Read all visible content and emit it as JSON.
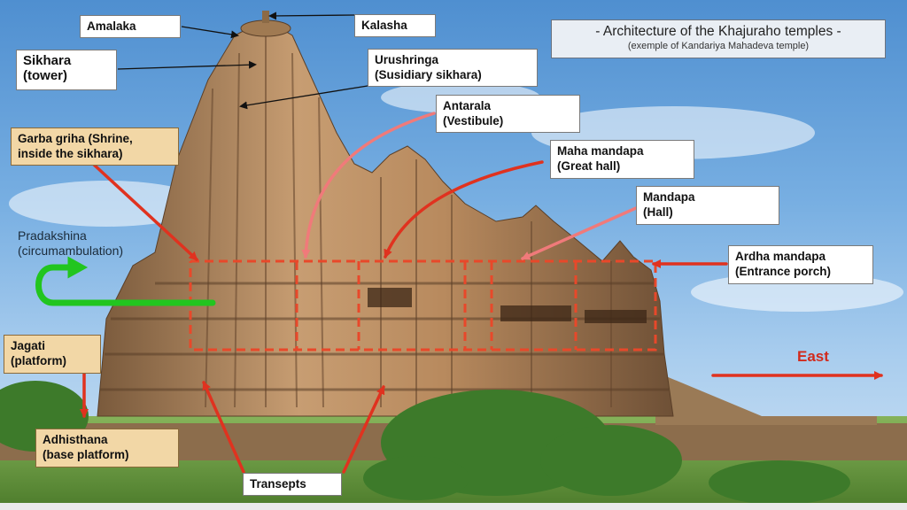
{
  "title": "- Architecture of the Khajuraho temples -",
  "subtitle": "(exemple of Kandariya Mahadeva temple)",
  "labels": {
    "amalaka": "Amalaka",
    "kalasha": "Kalasha",
    "sikhara": "Sikhara",
    "sikhara_sub": "(tower)",
    "urushringa": "Urushringa",
    "urushringa_sub": "(Susidiary sikhara)",
    "antarala": "Antarala",
    "antarala_sub": "(Vestibule)",
    "garba_griha": "Garba griha (Shrine,",
    "garba_griha_sub": "inside the sikhara)",
    "maha_mandapa": "Maha mandapa",
    "maha_mandapa_sub": "(Great hall)",
    "mandapa": "Mandapa",
    "mandapa_sub": "(Hall)",
    "pradakshina": "Pradakshina",
    "pradakshina_sub": "(circumambulation)",
    "ardha_mandapa": "Ardha mandapa",
    "ardha_mandapa_sub": "(Entrance porch)",
    "jagati": "Jagati",
    "jagati_sub": "(platform)",
    "east": "East",
    "adhisthana": "Adhisthana",
    "adhisthana_sub": "(base platform)",
    "transepts": "Transepts"
  },
  "colors": {
    "arrow_red": "#e0321f",
    "arrow_pink": "#f07a7a",
    "pradakshina_green": "#22c51f",
    "outline_dashes": "#e8482a",
    "label_tan": "#f2d7a6",
    "sky_top": "#4f8fd0"
  }
}
